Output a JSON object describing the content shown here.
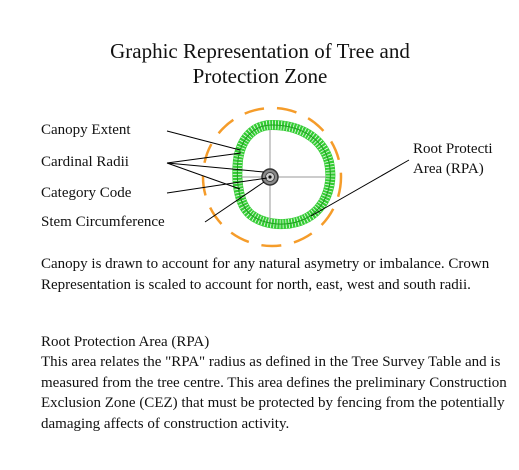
{
  "title_line1": "Graphic Representation of Tree and",
  "title_line2": "Protection Zone",
  "labels": {
    "canopy_extent": "Canopy Extent",
    "cardinal_radii": "Cardinal Radii",
    "category_code": "Category Code",
    "stem_circumference": "Stem Circumference",
    "rpa_line1": "Root Protecti",
    "rpa_line2": "Area (RPA)"
  },
  "canopy_paragraph": "Canopy is drawn to account for any natural asymetry or imbalance. Crown Representation is scaled to account for north, east, west and south radii.",
  "rpa_heading": "Root Protection Area (RPA)",
  "rpa_paragraph": "This area relates the \"RPA\" radius as defined in the Tree Survey Table and is measured from the tree centre. This area defines the preliminary Construction Exclusion Zone (CEZ) that must be protected by fencing from the potentially damaging affects of construction activity.",
  "colors": {
    "canopy": "#33cc33",
    "rpa_circle": "#f59c2a",
    "lines": "#000000",
    "radii": "#999999",
    "stem_fill": "#777777"
  }
}
